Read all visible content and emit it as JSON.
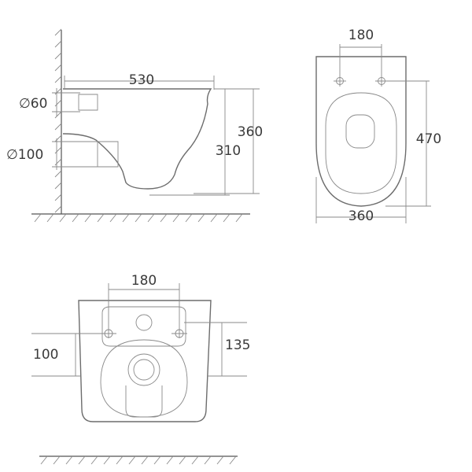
{
  "side_view": {
    "width": "530",
    "pipe_small": "∅60",
    "pipe_large": "∅100",
    "height_total": "360",
    "height_outlet": "310"
  },
  "top_view": {
    "bolt_spacing": "180",
    "length": "470",
    "width": "360"
  },
  "rear_view": {
    "bolt_spacing": "180",
    "left_height": "100",
    "right_height": "135"
  },
  "colors": {
    "line": "#6d6d6d",
    "text": "#3a3a3a"
  }
}
